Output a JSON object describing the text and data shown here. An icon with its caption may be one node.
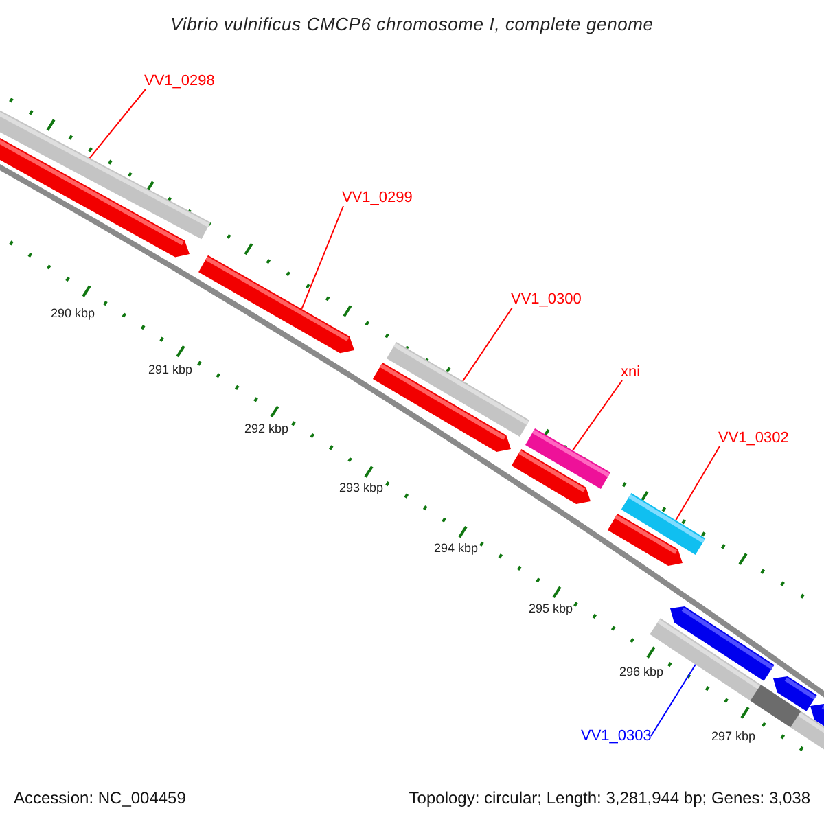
{
  "diagram": {
    "title": "Vibrio vulnificus CMCP6 chromosome I, complete genome",
    "nodes": [
      {
        "text": [
          "VV1_0298"
        ]
      },
      {
        "text": [
          "VV1_0299"
        ]
      },
      {
        "text": [
          "VV1_0300"
        ]
      },
      {
        "text": [
          "xni"
        ]
      },
      {
        "text": [
          "VV1_0302"
        ]
      },
      {
        "text": [
          "VV1_0303"
        ]
      },
      {
        "text": [],
        "shape": "bar"
      },
      {
        "text": [],
        "shape": "bar"
      },
      {
        "text": [],
        "shape": "bar"
      },
      {
        "text": [],
        "shape": "bar"
      },
      {
        "text": [],
        "shape": "bar"
      },
      {
        "text": [],
        "shape": "bar"
      }
    ],
    "edges": [
      {
        "from": 0,
        "to": 6,
        "arrow": "none"
      },
      {
        "from": 1,
        "to": 7,
        "arrow": "none"
      },
      {
        "from": 2,
        "to": 8,
        "arrow": "none"
      },
      {
        "from": 3,
        "to": 9,
        "arrow": "none"
      },
      {
        "from": 4,
        "to": 10,
        "arrow": "none"
      },
      {
        "from": 5,
        "to": 11,
        "arrow": "none",
        "color": "#0000ff"
      }
    ],
    "labels": [
      "290 kbp",
      "291 kbp",
      "292 kbp",
      "293 kbp",
      "294 kbp",
      "295 kbp",
      "296 kbp",
      "297 kbp",
      "Accession: NC_004459",
      "Topology: circular; Length: 3,281,944 bp; Genes: 3,038"
    ]
  }
}
